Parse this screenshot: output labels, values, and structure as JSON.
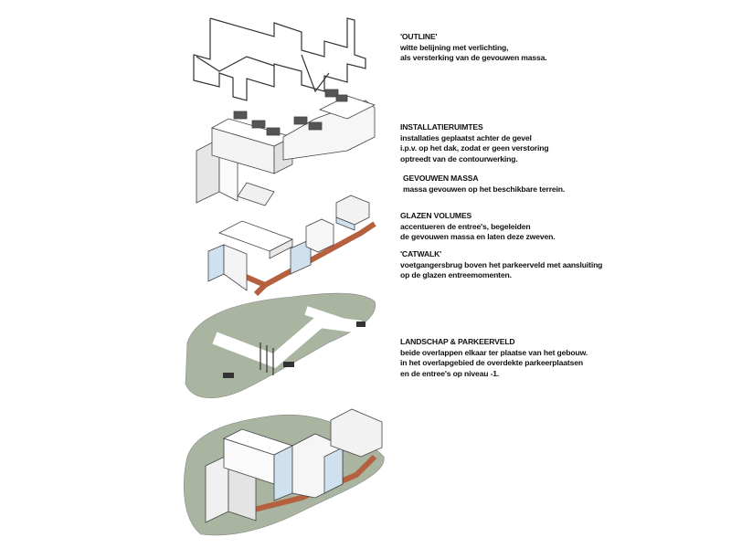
{
  "colors": {
    "landscape": "#a9b5a0",
    "catwalk": "#b5603f",
    "glass": "#cfe0ef",
    "mass": "#f2f2f2",
    "outline": "#333333"
  },
  "notes": [
    {
      "title": "'OUTLINE'",
      "lines": [
        "witte belijning met verlichting,",
        "als versterking van de gevouwen massa."
      ]
    },
    {
      "title": "INSTALLATIERUIMTES",
      "lines": [
        "installaties geplaatst achter de gevel",
        "i.p.v. op het dak, zodat er geen verstoring",
        "optreedt van de contourwerking."
      ]
    },
    {
      "title": "GEVOUWEN MASSA",
      "lines": [
        "massa gevouwen op het beschikbare terrein."
      ]
    },
    {
      "title": "GLAZEN VOLUMES",
      "lines": [
        "accentueren de entree's, begeleiden",
        "de gevouwen massa en laten deze zweven."
      ]
    },
    {
      "title": "'CATWALK'",
      "lines": [
        "voetgangersbrug boven het parkeerveld met aansluiting",
        "op de glazen entreemomenten."
      ]
    },
    {
      "title": "LANDSCHAP & PARKEERVELD",
      "lines": [
        "beide overlappen elkaar ter plaatse van het gebouw.",
        "in het overlapgebied de overdekte parkeerplaatsen",
        "en de entree's op niveau -1."
      ]
    }
  ]
}
